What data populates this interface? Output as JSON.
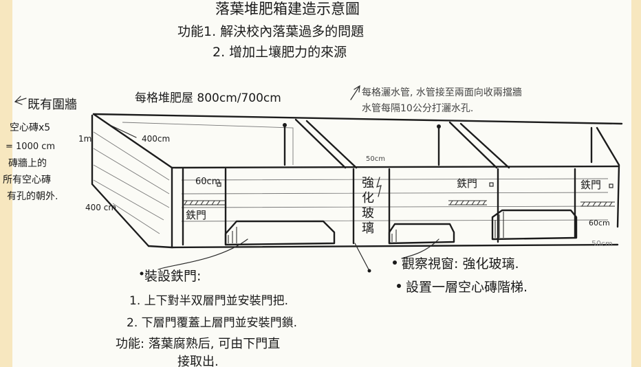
{
  "title": "落葉堆肥箱建造示意圖",
  "functions": {
    "line1": "功能1. 解決校內落葉過多的問題",
    "line2": "2. 增加土壤肥力的來源"
  },
  "top_size_note": "每格堆肥屋 800cm/700cm",
  "watering_note": {
    "line1": "每格灑水管, 水管接至兩面向收兩擋牆",
    "line2": "水管每隔10公分打灑水孔."
  },
  "wall_note": {
    "title": "既有圍牆",
    "lines": [
      "空心磚x5",
      "= 1000 cm",
      "磚牆上的",
      "所有空心磚",
      "有孔的朝外."
    ]
  },
  "dimensions": {
    "height": "1m",
    "inner_width": "400cm",
    "depth": "400 cm",
    "door_width": "60cm",
    "divider": "50cm",
    "right_door_width": "60cm",
    "step_width": "50cm"
  },
  "labels": {
    "iron_door": "鉄門",
    "glass_panel": [
      "強",
      "化",
      "玻",
      "璃"
    ]
  },
  "door_install": {
    "title": "裝設鉄門:",
    "line1": "1. 上下對半双層門並安裝門把.",
    "line2": "2. 下層門覆蓋上層門並安裝門鎖.",
    "line3": "功能: 落葉腐熟后, 可由下門直",
    "line4": "接取出."
  },
  "observation_notes": {
    "window": "觀察視窗: 強化玻璃.",
    "steps": "設置一層空心磚階梯."
  }
}
